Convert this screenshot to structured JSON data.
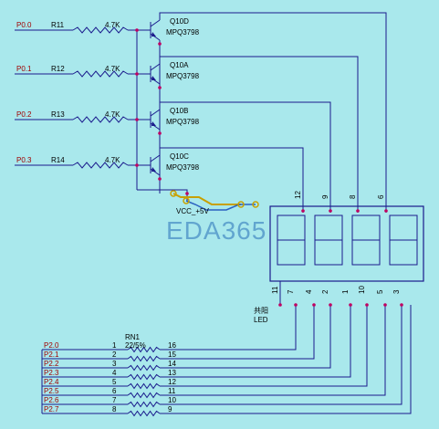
{
  "ports": [
    {
      "label": "P0.0",
      "resistor": "R11",
      "value": "4.7K",
      "transistor": "Q10D",
      "part": "MPQ3798"
    },
    {
      "label": "P0.1",
      "resistor": "R12",
      "value": "4.7K",
      "transistor": "Q10A",
      "part": "MPQ3798"
    },
    {
      "label": "P0.2",
      "resistor": "R13",
      "value": "4.7K",
      "transistor": "Q10B",
      "part": "MPQ3798"
    },
    {
      "label": "P0.3",
      "resistor": "R14",
      "value": "4.7K",
      "transistor": "Q10C",
      "part": "MPQ3798"
    }
  ],
  "vcc_label": "VCC_+5V",
  "watermark": "EDA365",
  "display": {
    "top_pins": [
      "12",
      "9",
      "8",
      "6"
    ],
    "bottom_pins": [
      "11",
      "7",
      "4",
      "2",
      "1",
      "10",
      "5",
      "3"
    ],
    "common_label_cn": "共阳",
    "common_label_en": "LED"
  },
  "resistor_network": {
    "name": "RN1",
    "value": "22/5%",
    "rows": [
      {
        "port": "P2.0",
        "left_pin": "1",
        "right_pin": "16"
      },
      {
        "port": "P2.1",
        "left_pin": "2",
        "right_pin": "15"
      },
      {
        "port": "P2.2",
        "left_pin": "3",
        "right_pin": "14"
      },
      {
        "port": "P2.3",
        "left_pin": "4",
        "right_pin": "13"
      },
      {
        "port": "P2.4",
        "left_pin": "5",
        "right_pin": "12"
      },
      {
        "port": "P2.5",
        "left_pin": "6",
        "right_pin": "11"
      },
      {
        "port": "P2.6",
        "left_pin": "7",
        "right_pin": "10"
      },
      {
        "port": "P2.7",
        "left_pin": "8",
        "right_pin": "9"
      }
    ]
  },
  "colors": {
    "background": "#a9e8ec",
    "wire": "#1a1a8c",
    "port_label": "#a00000",
    "junction": "#c00060",
    "watermark": "#4a8fc6",
    "pcb_trace": "#c8a000"
  }
}
